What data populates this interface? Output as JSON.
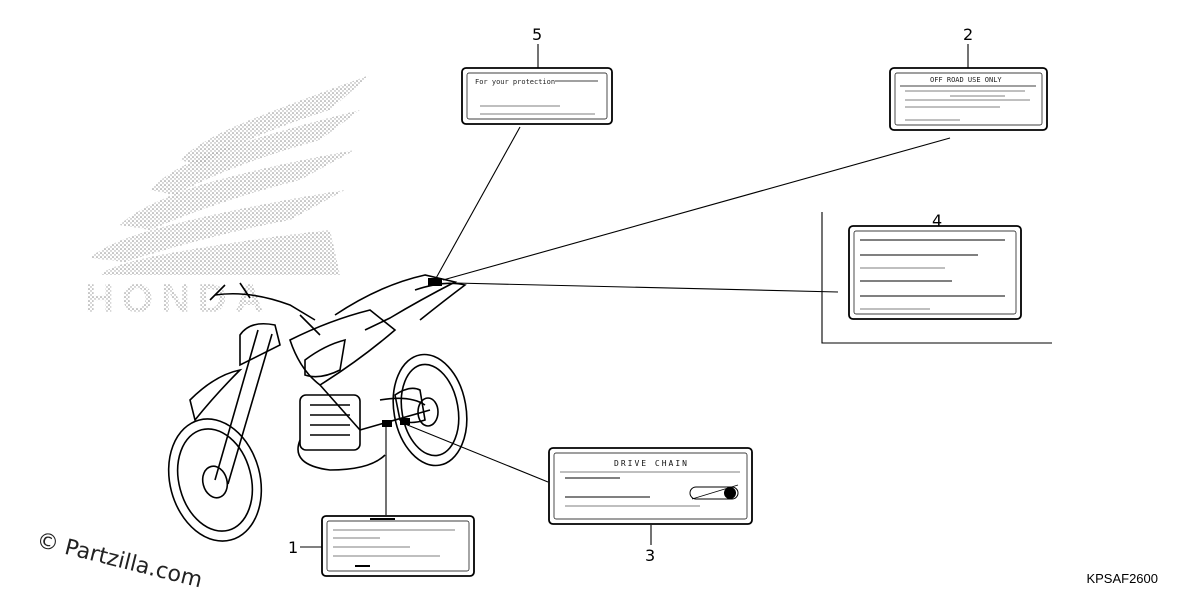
{
  "watermark": "© Partzilla.com",
  "diagram_code": "KPSAF2600",
  "callouts": [
    {
      "id": "1",
      "label": "1"
    },
    {
      "id": "2",
      "label": "2"
    },
    {
      "id": "3",
      "label": "3"
    },
    {
      "id": "4",
      "label": "4"
    },
    {
      "id": "5",
      "label": "5"
    }
  ],
  "label_texts": {
    "label5_line1": "For your protection",
    "label2_line1": "OFF ROAD USE ONLY",
    "label3_line1": "DRIVE CHAIN"
  },
  "logo_text": "HONDA"
}
